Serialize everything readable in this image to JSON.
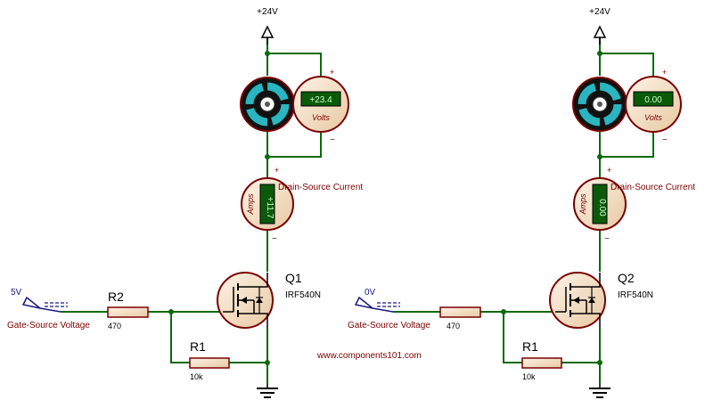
{
  "colors": {
    "wire": "#0b6a0b",
    "component_outline": "#7a0000",
    "component_fill": "#f5d9b8",
    "lcd_background": "#0a5a0a",
    "lcd_text": "#c8ffc8",
    "motor_blade": "#2ab5c0",
    "background": "#ffffff"
  },
  "website": "www.components101.com",
  "circuits": [
    {
      "supply_label": "+24V",
      "input_voltage": "5V",
      "input_label": "Gate-Source Voltage",
      "r_gate_name": "R2",
      "r_gate_value": "470",
      "r_pull_name": "R1",
      "r_pull_value": "10k",
      "mosfet_name": "Q1",
      "mosfet_part": "IRF540N",
      "voltmeter_reading": "+23.4",
      "voltmeter_unit": "Volts",
      "ammeter_reading": "+11.7",
      "ammeter_unit": "Amps",
      "ammeter_label": "Drain-Source Current",
      "plus_sign": "+",
      "minus_sign": "−",
      "motor_state": "running"
    },
    {
      "supply_label": "+24V",
      "input_voltage": "0V",
      "input_label": "Gate-Source Voltage",
      "r_gate_name": "",
      "r_gate_value": "470",
      "r_pull_name": "R1",
      "r_pull_value": "10k",
      "mosfet_name": "Q2",
      "mosfet_part": "IRF540N",
      "voltmeter_reading": "0.00",
      "voltmeter_unit": "Volts",
      "ammeter_reading": "0.00",
      "ammeter_unit": "Amps",
      "ammeter_label": "Drain-Source Current",
      "plus_sign": "+",
      "minus_sign": "−",
      "motor_state": "stopped"
    }
  ]
}
